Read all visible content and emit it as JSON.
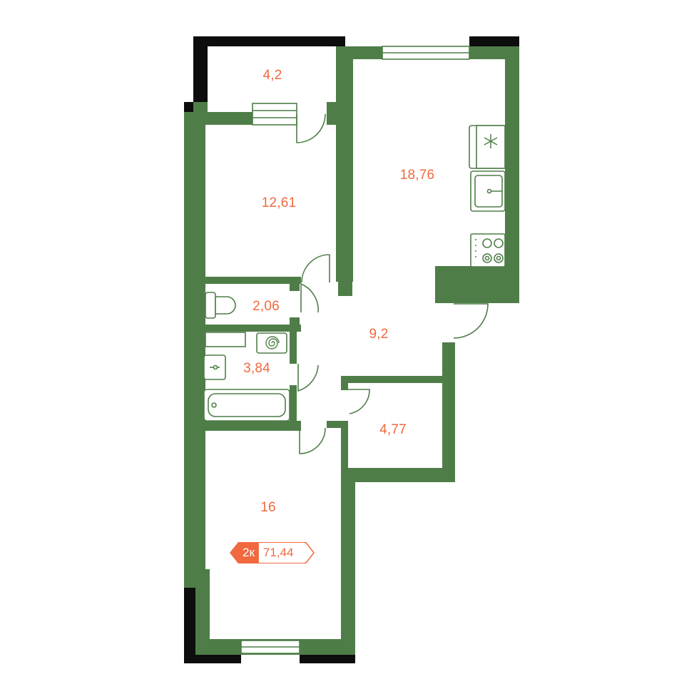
{
  "colors": {
    "wall": "#4f7d48",
    "exterior": "#0d0d0d",
    "label": "#f0693f"
  },
  "rooms": {
    "balcony": "4,2",
    "bedroom_top": "12,61",
    "kitchen_living": "18,76",
    "toilet": "2,06",
    "bathroom": "3,84",
    "hall": "9,2",
    "storage": "4,77",
    "bedroom_bottom": "16"
  },
  "badge": {
    "type": "2к",
    "total_area": "71,44"
  },
  "icons": {
    "fridge": "snowflake-icon",
    "washer": "spiral-icon"
  }
}
